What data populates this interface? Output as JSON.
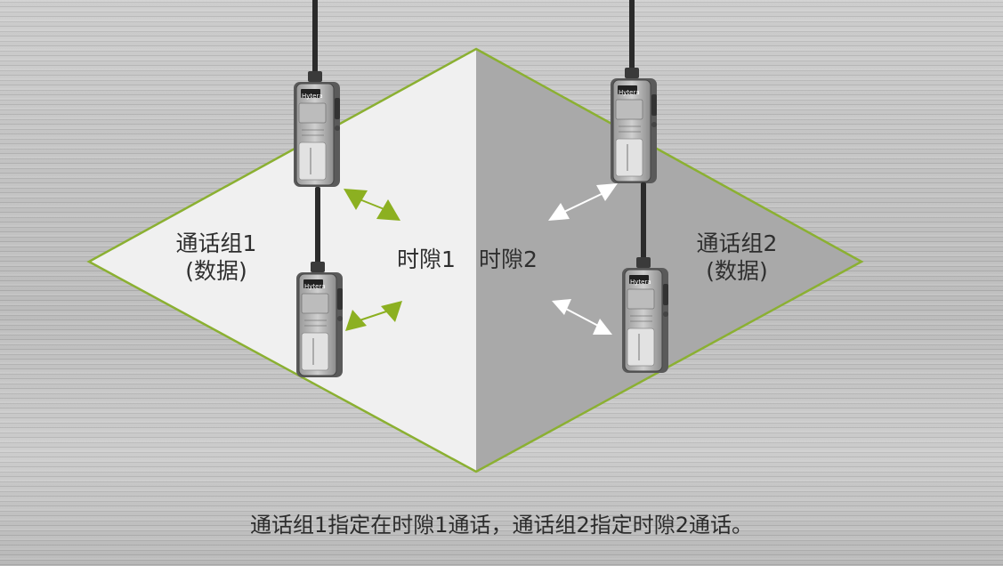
{
  "labels": {
    "group1_line1": "通话组1",
    "group1_line2": "(数据)",
    "group2_line1": "通话组2",
    "group2_line2": "(数据)",
    "timeslot1": "时隙1",
    "timeslot2": "时隙2"
  },
  "radio_brand": "Hytera",
  "caption": "通话组1指定在时隙1通话，通话组2指定时隙2通话。",
  "colors": {
    "diamond_border": "#8bb032",
    "left_area": "#f0f0f0",
    "right_area": "#a9a9a9",
    "arrow_green": "#8cb021",
    "arrow_white": "#ffffff"
  },
  "icons": [
    "radio-icon",
    "double-arrow-icon"
  ]
}
